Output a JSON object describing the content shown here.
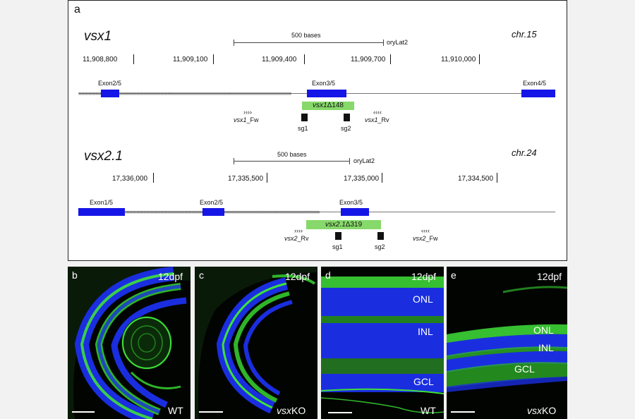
{
  "panel_a": {
    "letter": "a",
    "vsx1": {
      "gene": "vsx1",
      "chr": "chr.15",
      "scale_label": "500 bases",
      "assembly": "oryLat2",
      "coords": [
        "11,908,800",
        "11,909,100",
        "11,909,400",
        "11,909,700",
        "11,910,000"
      ],
      "exons": [
        "Exon2/5",
        "Exon3/5",
        "Exon4/5"
      ],
      "deletion_gene": "vsx1",
      "deletion_suffix": "Δ148",
      "fw_arrows": "››››",
      "fw_gene": "vsx1",
      "fw_suffix": "_Fw",
      "rv_arrows": "‹‹‹‹",
      "rv_gene": "vsx1",
      "rv_suffix": "_Rv",
      "sg1": "sg1",
      "sg2": "sg2"
    },
    "vsx2": {
      "gene": "vsx2.1",
      "chr": "chr.24",
      "scale_label": "500 bases",
      "assembly": "oryLat2",
      "coords": [
        "17,336,000",
        "17,335,500",
        "17,335,000",
        "17,334,500"
      ],
      "exons": [
        "Exon1/5",
        "Exon2/5",
        "Exon3/5"
      ],
      "deletion_gene": "vsx2.1",
      "deletion_suffix": "Δ319",
      "rv_arrows": "››››",
      "rv_gene": "vsx2",
      "rv_suffix": "_Rv",
      "fw_arrows": "‹‹‹‹",
      "fw_gene": "vsx2",
      "fw_suffix": "_Fw",
      "sg1": "sg1",
      "sg2": "sg2"
    }
  },
  "panels": {
    "b": {
      "letter": "b",
      "age": "12dpf",
      "genotype": "WT"
    },
    "c": {
      "letter": "c",
      "age": "12dpf",
      "genotype_prefix": "vsx",
      "genotype_suffix": "KO"
    },
    "d": {
      "letter": "d",
      "age": "12dpf",
      "genotype": "WT",
      "layers": [
        "ONL",
        "INL",
        "GCL"
      ]
    },
    "e": {
      "letter": "e",
      "age": "12dpf",
      "genotype_prefix": "vsx",
      "genotype_suffix": "KO",
      "layers": [
        "ONL",
        "INL",
        "GCL"
      ]
    }
  },
  "colors": {
    "exon": "#1515e8",
    "deletion": "#86d96a",
    "nuclei": "#1a2ee0",
    "fluorescence": "#3fe03a"
  }
}
